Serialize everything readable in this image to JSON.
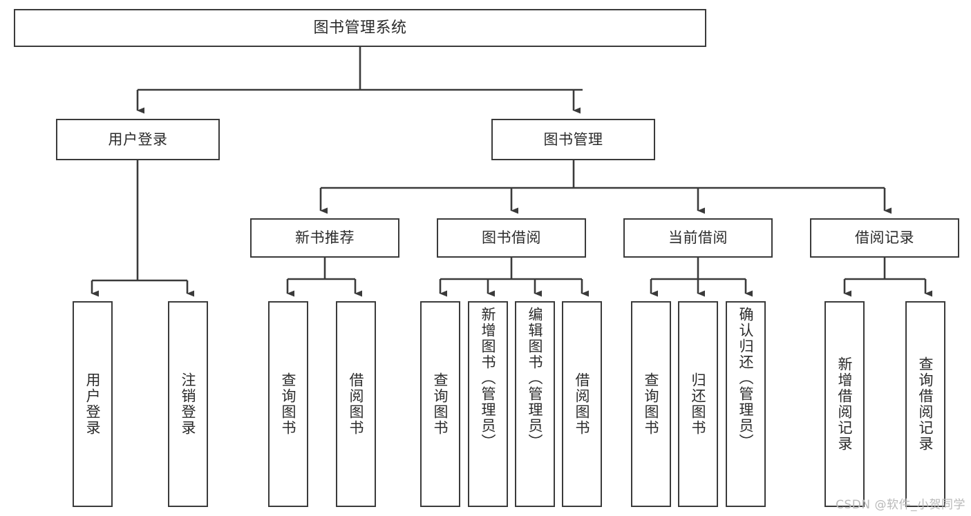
{
  "diagram": {
    "title": "图书管理系统",
    "watermark": "CSDN @软件_小贺同学",
    "style": {
      "border_color": "#3a3a3a",
      "text_color": "#2b2b2b",
      "background": "#ffffff",
      "watermark_color": "#b9b9b9"
    },
    "nodes": {
      "root": {
        "label": "图书管理系统"
      },
      "level2": [
        {
          "id": "user-login",
          "label": "用户登录"
        },
        {
          "id": "book-management",
          "label": "图书管理"
        }
      ],
      "level3": [
        {
          "id": "new-book-recommend",
          "label": "新书推荐"
        },
        {
          "id": "book-borrow",
          "label": "图书借阅"
        },
        {
          "id": "current-borrow",
          "label": "当前借阅"
        },
        {
          "id": "borrow-record",
          "label": "借阅记录"
        }
      ],
      "leaves": {
        "user_login": [
          {
            "id": "leaf-user-login",
            "label": "用户登录"
          },
          {
            "id": "leaf-logout",
            "label": "注销登录"
          }
        ],
        "new_book_recommend": [
          {
            "id": "leaf-query-book-1",
            "label": "查询图书"
          },
          {
            "id": "leaf-borrow-book-1",
            "label": "借阅图书"
          }
        ],
        "book_borrow": [
          {
            "id": "leaf-query-book-2",
            "label": "查询图书"
          },
          {
            "id": "leaf-add-book",
            "label": "新增图书（管理员）"
          },
          {
            "id": "leaf-edit-book",
            "label": "编辑图书（管理员）"
          },
          {
            "id": "leaf-borrow-book-2",
            "label": "借阅图书"
          }
        ],
        "current_borrow": [
          {
            "id": "leaf-query-book-3",
            "label": "查询图书"
          },
          {
            "id": "leaf-return-book",
            "label": "归还图书"
          },
          {
            "id": "leaf-confirm-return",
            "label": "确认归还（管理员）"
          }
        ],
        "borrow_record": [
          {
            "id": "leaf-add-record",
            "label": "新增借阅记录"
          },
          {
            "id": "leaf-query-record",
            "label": "查询借阅记录"
          }
        ]
      }
    }
  }
}
